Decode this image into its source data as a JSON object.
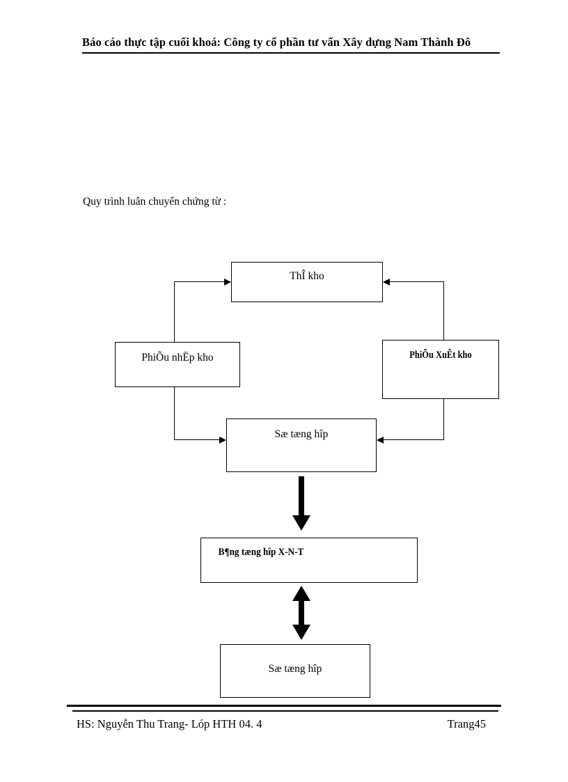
{
  "document": {
    "header": {
      "title": "Báo cáo thực tập cuối khoá: Công ty cổ phần tư vấn Xây dựng Nam Thành Đô"
    },
    "intro": {
      "text": "Quy trình luân chuyển chứng từ :"
    },
    "footer": {
      "author_line": "HS: Nguyễn Thu Trang- Lóp HTH 04. 4",
      "page_number": "Trang45"
    }
  },
  "flowchart": {
    "boxes": [
      {
        "id": "thu-kho",
        "label": "ThÎ kho"
      },
      {
        "id": "phieu-nhap-kho",
        "label": "PhiÕu nhËp kho"
      },
      {
        "id": "phieu-xuat-kho",
        "label": "PhiÕu XuÊt kho"
      },
      {
        "id": "so-tong-hop-1",
        "label": "Sæ tæng hîp"
      },
      {
        "id": "bang-tong-hop",
        "label": "B¶ng tæng hîp X-N-T"
      },
      {
        "id": "so-tong-hop-2",
        "label": "Sæ tæng hîp"
      }
    ],
    "connectors": [
      {
        "id": "phieu-nhap-to-thu-kho",
        "type": "arrow-right"
      },
      {
        "id": "phieu-nhap-to-so-tong-hop",
        "type": "arrow-right"
      },
      {
        "id": "phieu-xuat-to-thu-kho",
        "type": "arrow-left"
      },
      {
        "id": "phieu-xuat-to-so-tong-hop",
        "type": "arrow-left"
      },
      {
        "id": "so-tong-hop-to-bang",
        "type": "thick-arrow-down"
      },
      {
        "id": "bang-to-so-tong-hop-2",
        "type": "thick-arrow-double"
      }
    ],
    "colors": {
      "ink": "#000000",
      "paper": "#ffffff"
    }
  }
}
